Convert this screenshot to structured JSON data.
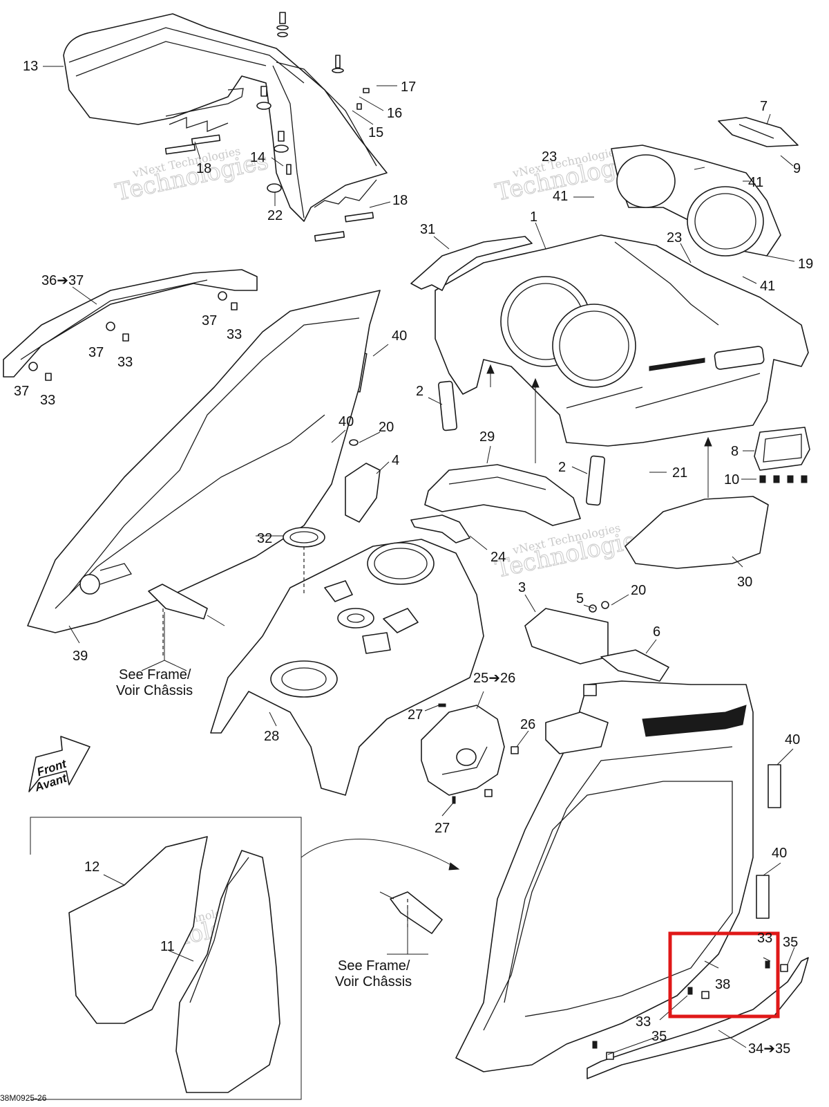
{
  "callouts": [
    {
      "id": "c13",
      "text": "13"
    },
    {
      "id": "c17",
      "text": "17"
    },
    {
      "id": "c16",
      "text": "16"
    },
    {
      "id": "c15",
      "text": "15"
    },
    {
      "id": "c18a",
      "text": "18"
    },
    {
      "id": "c14",
      "text": "14"
    },
    {
      "id": "c22",
      "text": "22"
    },
    {
      "id": "c18b",
      "text": "18"
    },
    {
      "id": "c7",
      "text": "7"
    },
    {
      "id": "c23a",
      "text": "23"
    },
    {
      "id": "c9",
      "text": "9"
    },
    {
      "id": "c41a",
      "text": "41"
    },
    {
      "id": "c41b",
      "text": "41"
    },
    {
      "id": "c1",
      "text": "1"
    },
    {
      "id": "c31",
      "text": "31"
    },
    {
      "id": "c23b",
      "text": "23"
    },
    {
      "id": "c19",
      "text": "19"
    },
    {
      "id": "c41c",
      "text": "41"
    },
    {
      "id": "c3637",
      "text": "36➔37"
    },
    {
      "id": "c37a",
      "text": "37"
    },
    {
      "id": "c33a",
      "text": "33"
    },
    {
      "id": "c37b",
      "text": "37"
    },
    {
      "id": "c33b",
      "text": "33"
    },
    {
      "id": "c37c",
      "text": "37"
    },
    {
      "id": "c33c",
      "text": "33"
    },
    {
      "id": "c40a",
      "text": "40"
    },
    {
      "id": "c2a",
      "text": "2"
    },
    {
      "id": "c40b",
      "text": "40"
    },
    {
      "id": "c20a",
      "text": "20"
    },
    {
      "id": "c4",
      "text": "4"
    },
    {
      "id": "c29",
      "text": "29"
    },
    {
      "id": "c2b",
      "text": "2"
    },
    {
      "id": "c8",
      "text": "8"
    },
    {
      "id": "c21",
      "text": "21"
    },
    {
      "id": "c10",
      "text": "10"
    },
    {
      "id": "c32",
      "text": "32"
    },
    {
      "id": "c24",
      "text": "24"
    },
    {
      "id": "c30",
      "text": "30"
    },
    {
      "id": "c39",
      "text": "39"
    },
    {
      "id": "c3",
      "text": "3"
    },
    {
      "id": "c5",
      "text": "5"
    },
    {
      "id": "c20b",
      "text": "20"
    },
    {
      "id": "c6",
      "text": "6"
    },
    {
      "id": "c2526",
      "text": "25➔26"
    },
    {
      "id": "c27a",
      "text": "27"
    },
    {
      "id": "c26",
      "text": "26"
    },
    {
      "id": "c28",
      "text": "28"
    },
    {
      "id": "c27b",
      "text": "27"
    },
    {
      "id": "c40c",
      "text": "40"
    },
    {
      "id": "c40d",
      "text": "40"
    },
    {
      "id": "c12",
      "text": "12"
    },
    {
      "id": "c11",
      "text": "11"
    },
    {
      "id": "c35a",
      "text": "35"
    },
    {
      "id": "c33d",
      "text": "33"
    },
    {
      "id": "c38",
      "text": "38"
    },
    {
      "id": "c33e",
      "text": "33"
    },
    {
      "id": "c35b",
      "text": "35"
    },
    {
      "id": "c3435",
      "text": "34➔35"
    }
  ],
  "notes": {
    "see_frame_1_line1": "See Frame/",
    "see_frame_1_line2": "Voir Châssis",
    "see_frame_2_line1": "See Frame/",
    "see_frame_2_line2": "Voir Châssis"
  },
  "front_arrow": {
    "line1": "Front",
    "line2": "Avant"
  },
  "watermark": {
    "line1": "vNext Technologies",
    "line2": "Technologies",
    "line_top": "vNext"
  },
  "figure_ref": "38M0925-26",
  "highlight": {
    "target_callout": "38",
    "color": "#e01818"
  }
}
